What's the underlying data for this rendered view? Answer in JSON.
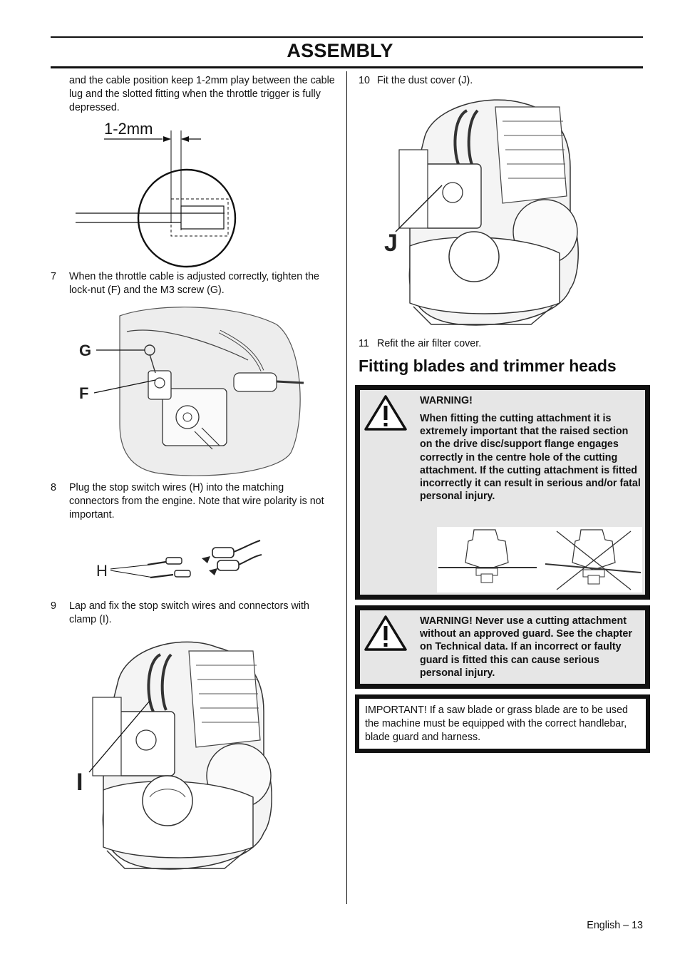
{
  "header": {
    "title": "ASSEMBLY"
  },
  "left": {
    "intro_text": "and the cable position keep 1-2mm play between the cable lug and the slotted fitting when the throttle trigger is fully depressed.",
    "diagram1": {
      "label": "1-2mm"
    },
    "step7": {
      "number": "7",
      "text": "When the throttle cable is adjusted correctly, tighten the lock-nut (F) and the M3 screw (G)."
    },
    "fig_g": "G",
    "fig_f": "F",
    "step8": {
      "number": "8",
      "text": "Plug the stop switch wires (H) into the matching connectors from the engine. Note that wire polarity is not important."
    },
    "fig_h": "H",
    "step9": {
      "number": "9",
      "text": "Lap and fix the stop switch wires and connectors with clamp (I)."
    },
    "fig_i": "I"
  },
  "right": {
    "step10": {
      "number": "10",
      "text": "Fit the dust cover (J)."
    },
    "fig_j": "J",
    "step11": {
      "number": "11",
      "text": "Refit the air filter cover."
    },
    "heading": "Fitting blades and trimmer heads",
    "warning1": {
      "title": "WARNING!",
      "text": "When fitting the cutting attachment it is extremely important that the raised section on the drive disc/support flange engages correctly in the centre hole of the cutting attachment. If the cutting attachment is fitted incorrectly it can result in serious and/or fatal personal injury."
    },
    "warning2": {
      "text": "WARNING! Never use a cutting attachment without an approved guard. See the chapter on Technical data. If an incorrect or faulty guard is fitted this can cause serious personal injury."
    },
    "important": {
      "text": "IMPORTANT! If a saw blade or grass blade are to be used the machine must be equipped with the correct handlebar, blade guard and harness."
    }
  },
  "footer": {
    "page_label": "English – 13"
  }
}
